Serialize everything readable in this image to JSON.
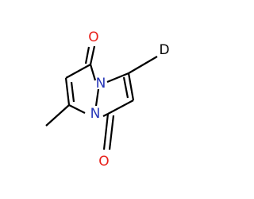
{
  "molecule": {
    "atoms": {
      "oxygen_top": {
        "symbol": "O",
        "color": "#e8201a"
      },
      "oxygen_bottom": {
        "symbol": "O",
        "color": "#e8201a"
      },
      "nitrogen_upper": {
        "symbol": "N",
        "color": "#2636b8"
      },
      "nitrogen_lower": {
        "symbol": "N",
        "color": "#2636b8"
      },
      "deuterium": {
        "symbol": "D",
        "color": "#000000"
      }
    },
    "bond_color": "#000000"
  }
}
